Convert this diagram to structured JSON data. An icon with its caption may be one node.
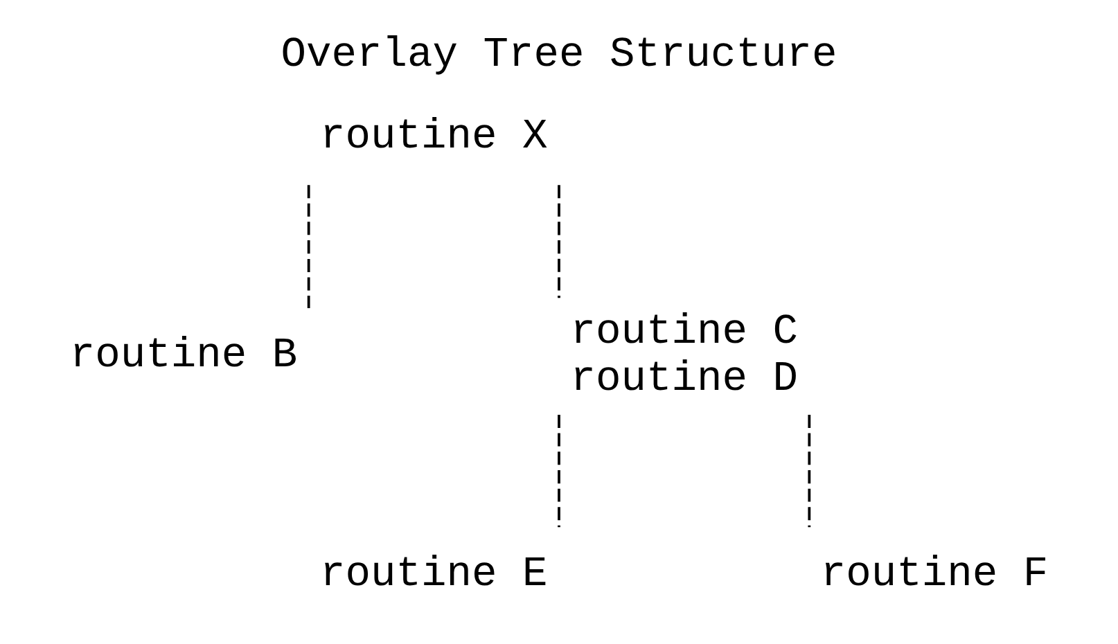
{
  "diagram": {
    "title": "Overlay Tree Structure",
    "nodes": [
      {
        "text": [
          "routine X"
        ]
      },
      {
        "text": [
          "routine B"
        ]
      },
      {
        "text": [
          "routine C",
          "routine D"
        ]
      },
      {
        "text": [
          "routine E"
        ]
      },
      {
        "text": [
          "routine F"
        ]
      }
    ],
    "edges": [
      {
        "from": 0,
        "to": 1,
        "arrow": "none"
      },
      {
        "from": 0,
        "to": 2,
        "arrow": "none"
      },
      {
        "from": 2,
        "to": 3,
        "arrow": "none"
      },
      {
        "from": 2,
        "to": 4,
        "arrow": "none"
      }
    ]
  }
}
